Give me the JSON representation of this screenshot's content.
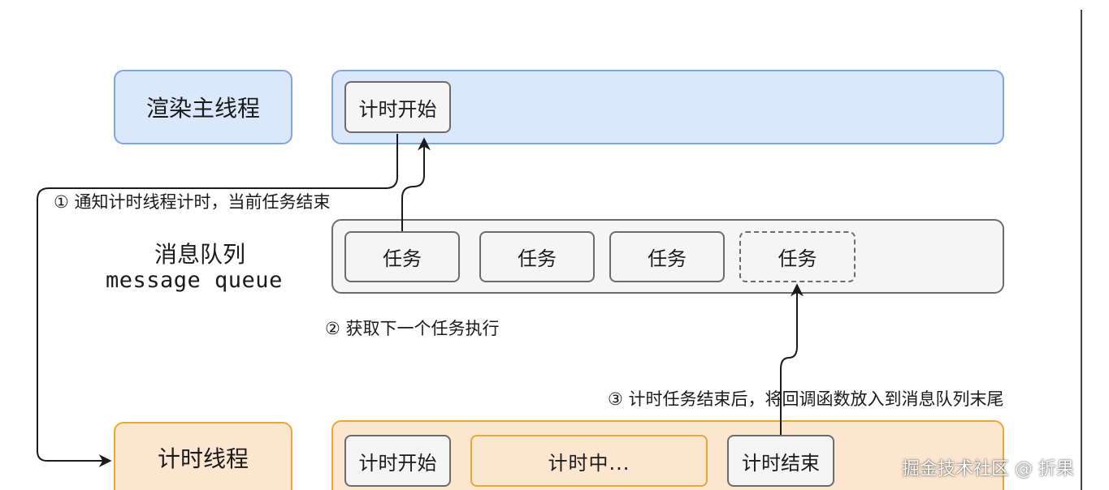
{
  "render_thread": {
    "label": "渲染主线程",
    "task": "计时开始"
  },
  "message_queue": {
    "label_cn": "消息队列",
    "label_en": "message queue",
    "tasks": [
      "任务",
      "任务",
      "任务"
    ],
    "pending_task": "任务"
  },
  "timer_thread": {
    "label": "计时线程",
    "start": "计时开始",
    "running": "计时中...",
    "end": "计时结束"
  },
  "steps": {
    "step1": "① 通知计时线程计时，当前任务结束",
    "step2": "② 获取下一个任务执行",
    "step3": "③ 计时任务结束后，将回调函数放入到消息队列末尾"
  },
  "watermark": "掘金技术社区 @ 折果",
  "colors": {
    "blue_fill": "#dbe8fc",
    "blue_stroke": "#7ea6e0",
    "gray_fill": "#f5f5f5",
    "gray_stroke": "#6b6b6b",
    "orange_fill": "#fde6cf",
    "orange_stroke": "#e8a934"
  }
}
